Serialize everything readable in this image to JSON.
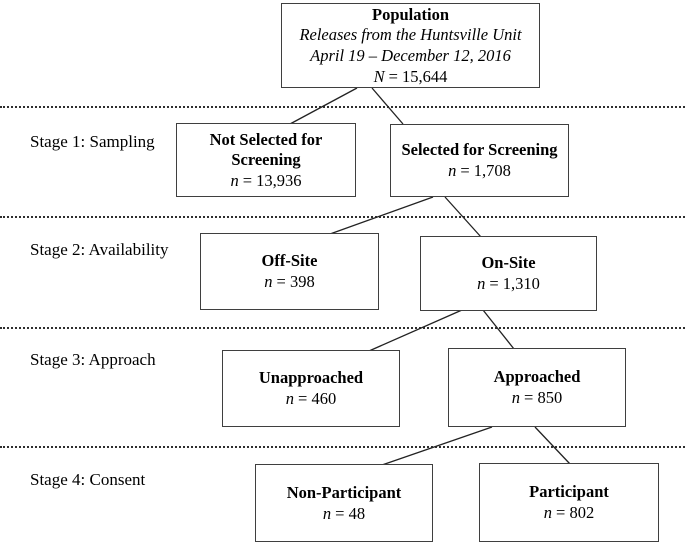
{
  "population": {
    "title": "Population",
    "line1": "Releases from the Huntsville Unit",
    "line2": "April 19 – December 12, 2016",
    "n_var": "N",
    "n_rest": "= 15,644"
  },
  "stage1": {
    "label": "Stage 1: Sampling",
    "left": {
      "title": "Not Selected for Screening",
      "n_var": "n",
      "n_rest": "= 13,936"
    },
    "right": {
      "title": "Selected for Screening",
      "n_var": "n",
      "n_rest": "= 1,708"
    }
  },
  "stage2": {
    "label": "Stage 2: Availability",
    "left": {
      "title": "Off-Site",
      "n_var": "n",
      "n_rest": "= 398"
    },
    "right": {
      "title": "On-Site",
      "n_var": "n",
      "n_rest": "= 1,310"
    }
  },
  "stage3": {
    "label": "Stage 3: Approach",
    "left": {
      "title": "Unapproached",
      "n_var": "n",
      "n_rest": "= 460"
    },
    "right": {
      "title": "Approached",
      "n_var": "n",
      "n_rest": "= 850"
    }
  },
  "stage4": {
    "label": "Stage 4: Consent",
    "left": {
      "title": "Non-Participant",
      "n_var": "n",
      "n_rest": "= 48"
    },
    "right": {
      "title": "Participant",
      "n_var": "n",
      "n_rest": "= 802"
    }
  },
  "colors": {
    "box_border": "#3f3f3f",
    "divider": "#2e2e2e",
    "text": "#000000",
    "background": "#ffffff"
  }
}
